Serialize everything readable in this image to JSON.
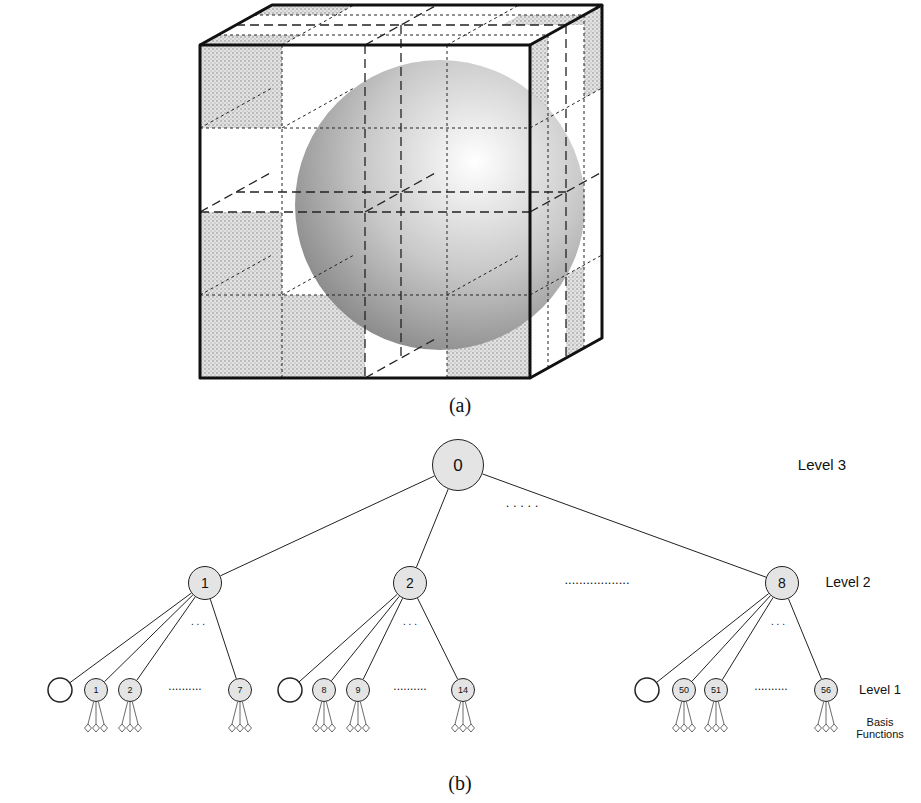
{
  "diagram": {
    "nodes": [
      {
        "text": [
          "0"
        ]
      },
      {
        "text": [
          "1"
        ]
      },
      {
        "text": [
          "2"
        ]
      },
      {
        "text": [
          "8"
        ]
      },
      {
        "text": [
          "1"
        ]
      },
      {
        "text": [
          "2"
        ]
      },
      {
        "text": [
          "7"
        ]
      },
      {
        "text": [
          "8"
        ]
      },
      {
        "text": [
          "9"
        ]
      },
      {
        "text": [
          "14"
        ]
      },
      {
        "text": [
          "50"
        ]
      },
      {
        "text": [
          "51"
        ]
      },
      {
        "text": [
          "56"
        ]
      }
    ],
    "edges": [
      {
        "from": 0,
        "to": 1,
        "arrow": "none"
      },
      {
        "from": 0,
        "to": 2,
        "arrow": "none"
      },
      {
        "from": 0,
        "to": 3,
        "arrow": "none"
      },
      {
        "from": 1,
        "to": 4,
        "arrow": "none"
      },
      {
        "from": 1,
        "to": 5,
        "arrow": "none"
      },
      {
        "from": 1,
        "to": 6,
        "arrow": "none"
      },
      {
        "from": 2,
        "to": 7,
        "arrow": "none"
      },
      {
        "from": 2,
        "to": 8,
        "arrow": "none"
      },
      {
        "from": 2,
        "to": 9,
        "arrow": "none"
      },
      {
        "from": 3,
        "to": 10,
        "arrow": "none"
      },
      {
        "from": 3,
        "to": 11,
        "arrow": "none"
      },
      {
        "from": 3,
        "to": 12,
        "arrow": "none"
      }
    ],
    "labels": [
      "(a)",
      "(b)",
      "Level 3",
      "Level 2",
      "Level 1",
      "Basis Functions",
      ". . . . .",
      "..................",
      ". . .",
      ". . .",
      ". . .",
      "..........",
      "..........",
      ".........."
    ]
  }
}
